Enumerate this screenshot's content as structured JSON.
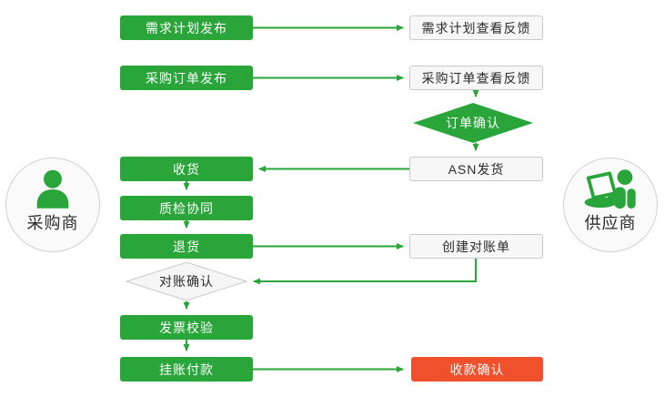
{
  "colors": {
    "green": "#29a53a",
    "red": "#f0502c",
    "white_box_bg": "#f7f7f7",
    "white_box_border": "#c9c9c9",
    "gray_diamond_bg": "#f5f5f5",
    "gray_diamond_border": "#c9c9c9",
    "text_dark": "#2b2b2b",
    "text_white": "#ffffff"
  },
  "actors": {
    "buyer": {
      "label": "采购商",
      "icon": "person-icon"
    },
    "supplier": {
      "label": "供应商",
      "icon": "person-laptop-icon"
    }
  },
  "nodes": {
    "demand_plan_publish": {
      "label": "需求计划发布",
      "type": "green-box"
    },
    "demand_plan_feedback": {
      "label": "需求计划查看反馈",
      "type": "white-box"
    },
    "po_publish": {
      "label": "采购订单发布",
      "type": "green-box"
    },
    "po_feedback": {
      "label": "采购订单查看反馈",
      "type": "white-box"
    },
    "order_confirm": {
      "label": "订单确认",
      "type": "green-diamond"
    },
    "asn_ship": {
      "label": "ASN发货",
      "type": "white-box"
    },
    "receive_goods": {
      "label": "收货",
      "type": "green-box"
    },
    "quality_collab": {
      "label": "质检协同",
      "type": "green-box"
    },
    "return_goods": {
      "label": "退货",
      "type": "green-box"
    },
    "create_statement": {
      "label": "创建对账单",
      "type": "white-box"
    },
    "statement_confirm": {
      "label": "对账确认",
      "type": "gray-diamond"
    },
    "invoice_verify": {
      "label": "发票校验",
      "type": "green-box"
    },
    "book_payment": {
      "label": "挂账付款",
      "type": "green-box"
    },
    "payment_confirm": {
      "label": "收款确认",
      "type": "red-box"
    }
  },
  "connections": [
    {
      "from": "demand_plan_publish",
      "to": "demand_plan_feedback"
    },
    {
      "from": "po_publish",
      "to": "po_feedback"
    },
    {
      "from": "po_feedback",
      "to": "order_confirm"
    },
    {
      "from": "order_confirm",
      "to": "asn_ship"
    },
    {
      "from": "asn_ship",
      "to": "receive_goods"
    },
    {
      "from": "receive_goods",
      "to": "quality_collab"
    },
    {
      "from": "quality_collab",
      "to": "return_goods"
    },
    {
      "from": "return_goods",
      "to": "create_statement"
    },
    {
      "from": "create_statement",
      "to": "statement_confirm"
    },
    {
      "from": "statement_confirm",
      "to": "invoice_verify"
    },
    {
      "from": "invoice_verify",
      "to": "book_payment"
    },
    {
      "from": "book_payment",
      "to": "payment_confirm"
    }
  ]
}
